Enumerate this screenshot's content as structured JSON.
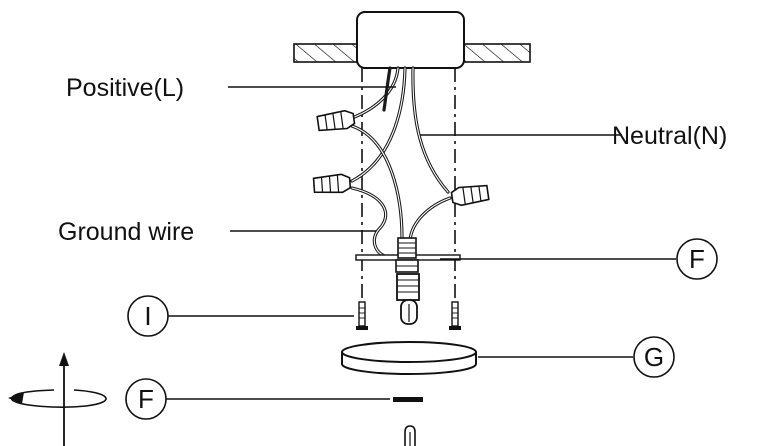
{
  "labels": {
    "positive": "Positive(L)",
    "neutral": "Neutral(N)",
    "ground": "Ground wire"
  },
  "callouts": {
    "f_upper": "F",
    "i": "I",
    "g": "G",
    "f_lower": "F"
  }
}
